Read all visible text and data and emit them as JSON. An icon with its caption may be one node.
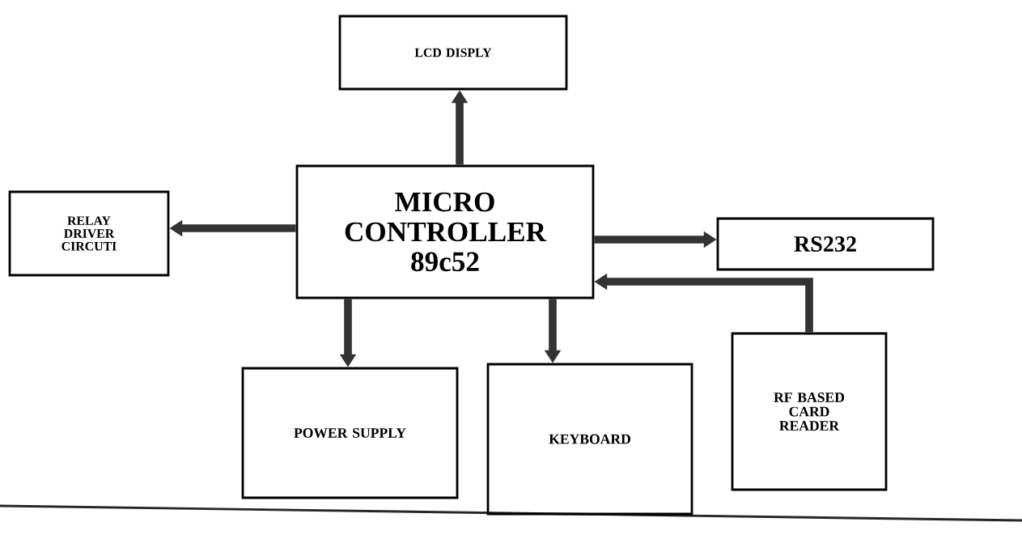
{
  "diagram": {
    "nodes": [
      {
        "text": [
          "LCD DISPLY"
        ]
      },
      {
        "text": [
          "MICRO CONTROLLER 89c52"
        ]
      },
      {
        "text": [
          "RELAY DRIVER CIRCUTI"
        ]
      },
      {
        "text": [
          "RS232"
        ]
      },
      {
        "text": [
          "POWER SUPPLY"
        ]
      },
      {
        "text": [
          "KEYBOARD"
        ]
      },
      {
        "text": [
          "RF BASED CARD READER"
        ]
      }
    ],
    "edges": [
      {
        "from": 1,
        "to": 0,
        "arrow": "to"
      },
      {
        "from": 1,
        "to": 2,
        "arrow": "to"
      },
      {
        "from": 1,
        "to": 3,
        "arrow": "to"
      },
      {
        "from": 1,
        "to": 4,
        "arrow": "to"
      },
      {
        "from": 1,
        "to": 5,
        "arrow": "to"
      },
      {
        "from": 6,
        "to": 1,
        "arrow": "to"
      }
    ]
  }
}
